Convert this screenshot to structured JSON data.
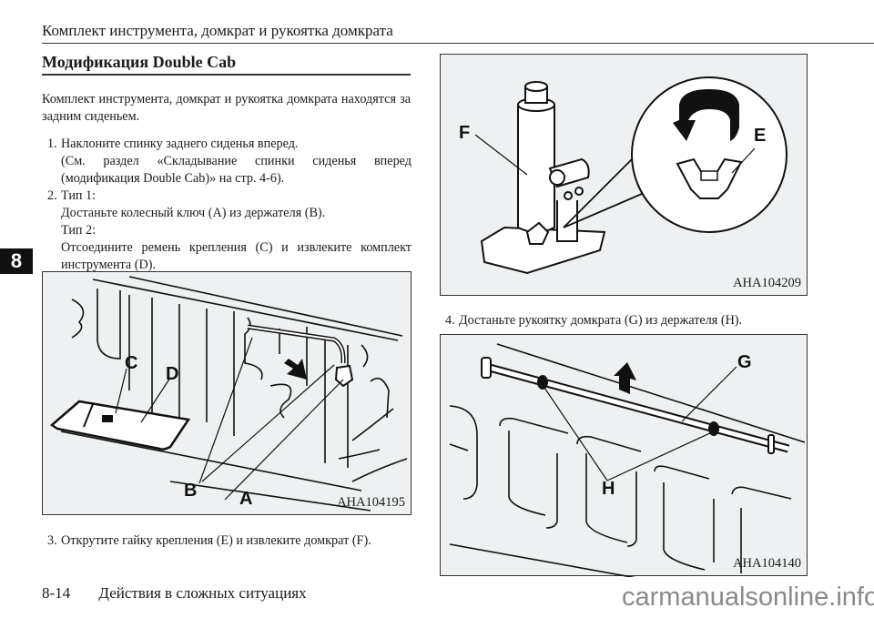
{
  "header": {
    "title": "Комплект инструмента, домкрат и рукоятка домкрата"
  },
  "chapter_tab": "8",
  "section": {
    "title": "Модификация Double Cab",
    "intro": "Комплект инструмента, домкрат и рукоятка домкрата находятся за задним сиденьем."
  },
  "steps": [
    {
      "num": "1.",
      "lines": [
        "Наклоните спинку заднего сиденья вперед.",
        "(См. раздел «Складывание спинки сиденья вперед (модификация Double Cab)» на стр. 4-6)."
      ]
    },
    {
      "num": "2.",
      "lines": [
        "Тип 1:",
        "Достаньте колесный ключ (A) из держателя (B).",
        "Тип 2:",
        "Отсоедините ремень крепления (C) и извлеките комплект инструмента (D)."
      ]
    },
    {
      "num": "3.",
      "lines": [
        "Открутите гайку крепления (E) и извлеките домкрат (F)."
      ]
    },
    {
      "num": "4.",
      "lines": [
        "Достаньте рукоятку домкрата (G) из держателя (H)."
      ]
    }
  ],
  "figures": {
    "tools": {
      "code": "AHA104195",
      "labels": {
        "a": "A",
        "b": "B",
        "c": "C",
        "d": "D"
      }
    },
    "jack": {
      "code": "AHA104209",
      "labels": {
        "e": "E",
        "f": "F"
      }
    },
    "handle": {
      "code": "AHA104140",
      "labels": {
        "g": "G",
        "h": "H"
      }
    }
  },
  "footer": {
    "page_number": "8-14",
    "chapter_title": "Действия в сложных ситуациях"
  },
  "watermark": "carmanualsonline.info"
}
